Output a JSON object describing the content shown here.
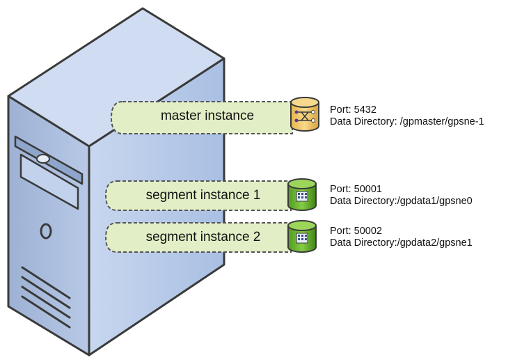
{
  "instances": [
    {
      "label": "master instance",
      "kind": "master",
      "port": "Port: 5432",
      "directory": "Data Directory: /gpmaster/gpsne-1"
    },
    {
      "label": "segment instance 1",
      "kind": "segment",
      "port": "Port: 50001",
      "directory": "Data Directory:/gpdata1/gpsne0"
    },
    {
      "label": "segment instance 2",
      "kind": "segment",
      "port": "Port: 50002",
      "directory": "Data Directory:/gpdata2/gpsne1"
    }
  ],
  "colors": {
    "server_front": "#b5c8e8",
    "server_top": "#d5e0f2",
    "server_side": "#9fb4d6",
    "label_box": "#e4efc8",
    "master_db": "#f2c96a",
    "segment_db": "#6ab82e"
  }
}
